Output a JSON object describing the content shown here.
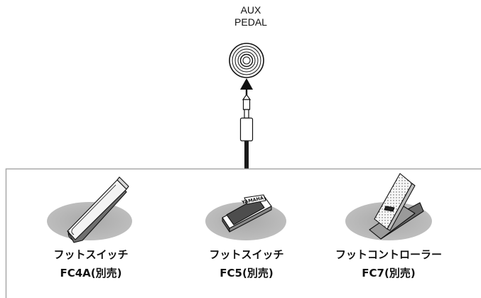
{
  "jack": {
    "label_line1": "AUX",
    "label_line2": "PEDAL"
  },
  "pedals": [
    {
      "name": "フットスイッチ",
      "model": "FC4A(別売)"
    },
    {
      "name": "フットスイッチ",
      "model": "FC5(別売)"
    },
    {
      "name": "フットコントローラー",
      "model": "FC7(別売)"
    }
  ],
  "fc5_body_text": "YAMAHA",
  "colors": {
    "box_border": "#a8a8a8",
    "shadow": "#b4b4b4",
    "cable": "#1a1a1a"
  }
}
